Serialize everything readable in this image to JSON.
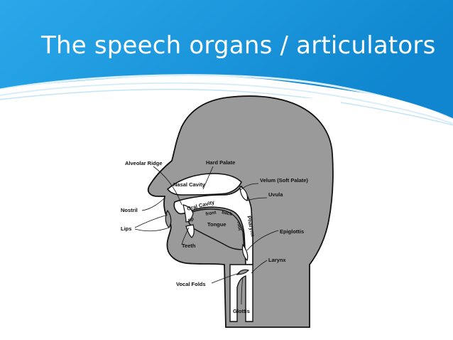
{
  "slide": {
    "title": "The speech organs / articulators",
    "accent_color": "#1a9ae0",
    "head_fill": "#9a9a9a"
  },
  "diagram": {
    "labels": {
      "alveolar_ridge": "Alveolar Ridge",
      "hard_palate": "Hard Palate",
      "nasal_cavity": "Nasal Cavity",
      "velum": "Velum (Soft Palate)",
      "uvula": "Uvula",
      "nostril": "Nostril",
      "oral_cavity": "Oral Cavity",
      "front": "front",
      "back": "back",
      "tip": "tip",
      "lips": "Lips",
      "tongue": "Tongue",
      "root": "root",
      "pharynx": "Pharynx",
      "epiglottis": "Epiglottis",
      "teeth": "Teeth",
      "larynx": "Larynx",
      "vocal_folds": "Vocal Folds",
      "glottis": "Glottis"
    }
  }
}
